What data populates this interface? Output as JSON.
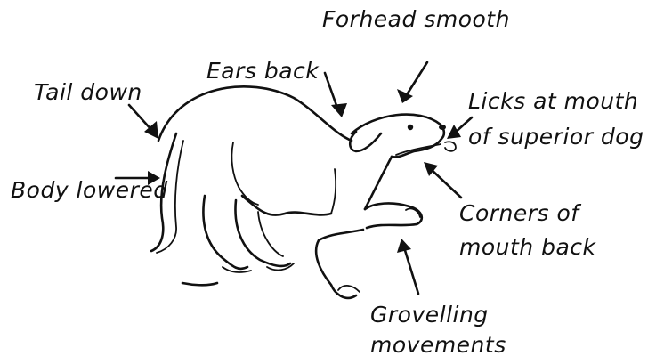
{
  "labels": {
    "forehead": "Forhead smooth",
    "ears": "Ears back",
    "tail": "Tail down",
    "licks_line1": "Licks at mouth",
    "licks_line2": "of superior dog",
    "body": "Body lowered",
    "corners_line1": "Corners of",
    "corners_line2": "mouth back",
    "grovel_line1": "Grovelling",
    "grovel_line2": "movements"
  }
}
